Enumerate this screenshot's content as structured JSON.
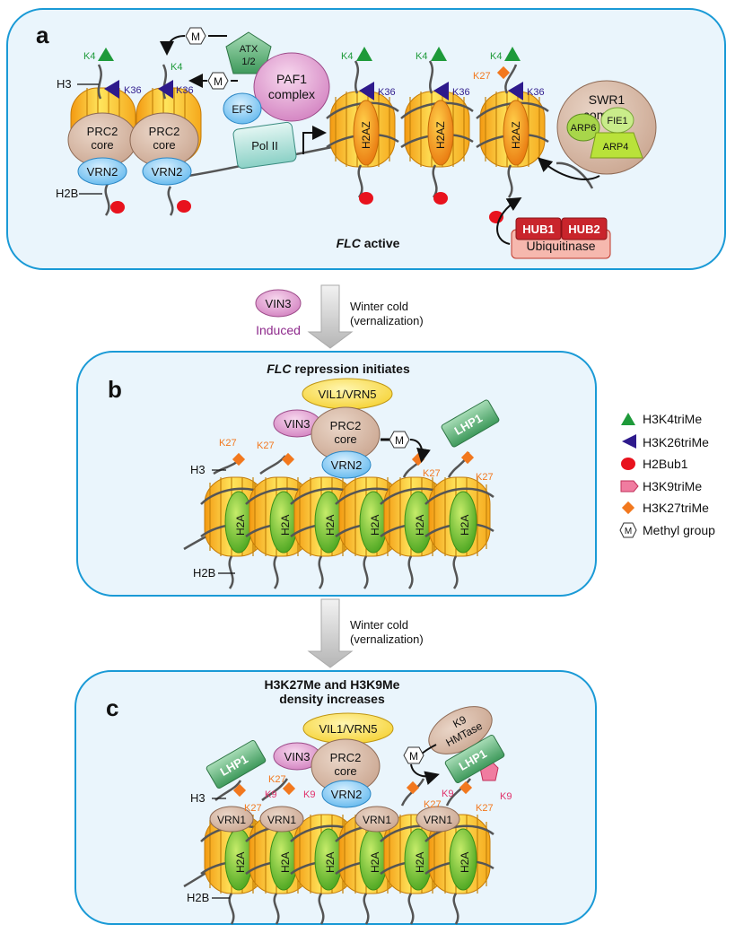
{
  "panel_a": {
    "letter": "a",
    "status_prefix": "FLC",
    "status_suffix": " active",
    "h3": "H3",
    "h2b": "H2B",
    "k4": "K4",
    "k36": "K36",
    "k27": "K27",
    "prc2": "PRC2",
    "core": "core",
    "vrn2": "VRN2",
    "m": "M",
    "atx_line1": "ATX",
    "atx_line2": "1/2",
    "paf1_line1": "PAF1",
    "paf1_line2": "complex",
    "efs": "EFS",
    "pol2": "Pol II",
    "h2az": "H2AZ",
    "swr1_line1": "SWR1",
    "swr1_line2": "complex",
    "arp6": "ARP6",
    "fie1": "FIE1",
    "arp4": "ARP4",
    "hub1": "HUB1",
    "hub2": "HUB2",
    "ubiquitinase": "Ubiquitinase"
  },
  "transition_1": {
    "vin3": "VIN3",
    "induced": "Induced",
    "line1": "Winter cold",
    "line2": "(vernalization)"
  },
  "panel_b": {
    "letter": "b",
    "title_prefix": "FLC",
    "title_suffix": " repression initiates",
    "vil1": "VIL1/VRN5",
    "vin3": "VIN3",
    "prc2": "PRC2",
    "core": "core",
    "vrn2": "VRN2",
    "m": "M",
    "lhp1": "LHP1",
    "k27": "K27",
    "h3": "H3",
    "h2b": "H2B",
    "h2a": "H2A"
  },
  "transition_2": {
    "line1": "Winter cold",
    "line2": "(vernalization)"
  },
  "panel_c": {
    "letter": "c",
    "title_line1": "H3K27Me and H3K9Me",
    "title_line2": "density increases",
    "vil1": "VIL1/VRN5",
    "vin3": "VIN3",
    "prc2": "PRC2",
    "core": "core",
    "vrn2": "VRN2",
    "lhp1": "LHP1",
    "k9hm_line1": "K9",
    "k9hm_line2": "HMTase",
    "m": "M",
    "k27": "K27",
    "k9": "K9",
    "vrn1": "VRN1",
    "h3": "H3",
    "h2b": "H2B",
    "h2a": "H2A"
  },
  "legend": {
    "items": [
      {
        "label": "H3K4triMe",
        "symbol": "triangle",
        "color": "#1e9a3a"
      },
      {
        "label": "H3K26triMe",
        "symbol": "left-triangle",
        "color": "#2e1a8c"
      },
      {
        "label": "H2Bub1",
        "symbol": "circle",
        "color": "#e8121d"
      },
      {
        "label": "H3K9triMe",
        "symbol": "pentagon",
        "color": "#f07ca0"
      },
      {
        "label": "H3K27triMe",
        "symbol": "diamond",
        "color": "#f2781e"
      },
      {
        "label": "Methyl group",
        "symbol": "hexagon-m",
        "color": "#ffffff"
      }
    ]
  },
  "colors": {
    "panel_fill": "#eaf5fc",
    "panel_stroke": "#1a9ad6",
    "k4_green": "#1e9a3a",
    "k36_navy": "#2e1a8c",
    "k27_orange": "#f2781e",
    "k9_pink": "#e0306a",
    "ub_red": "#e8121d"
  }
}
